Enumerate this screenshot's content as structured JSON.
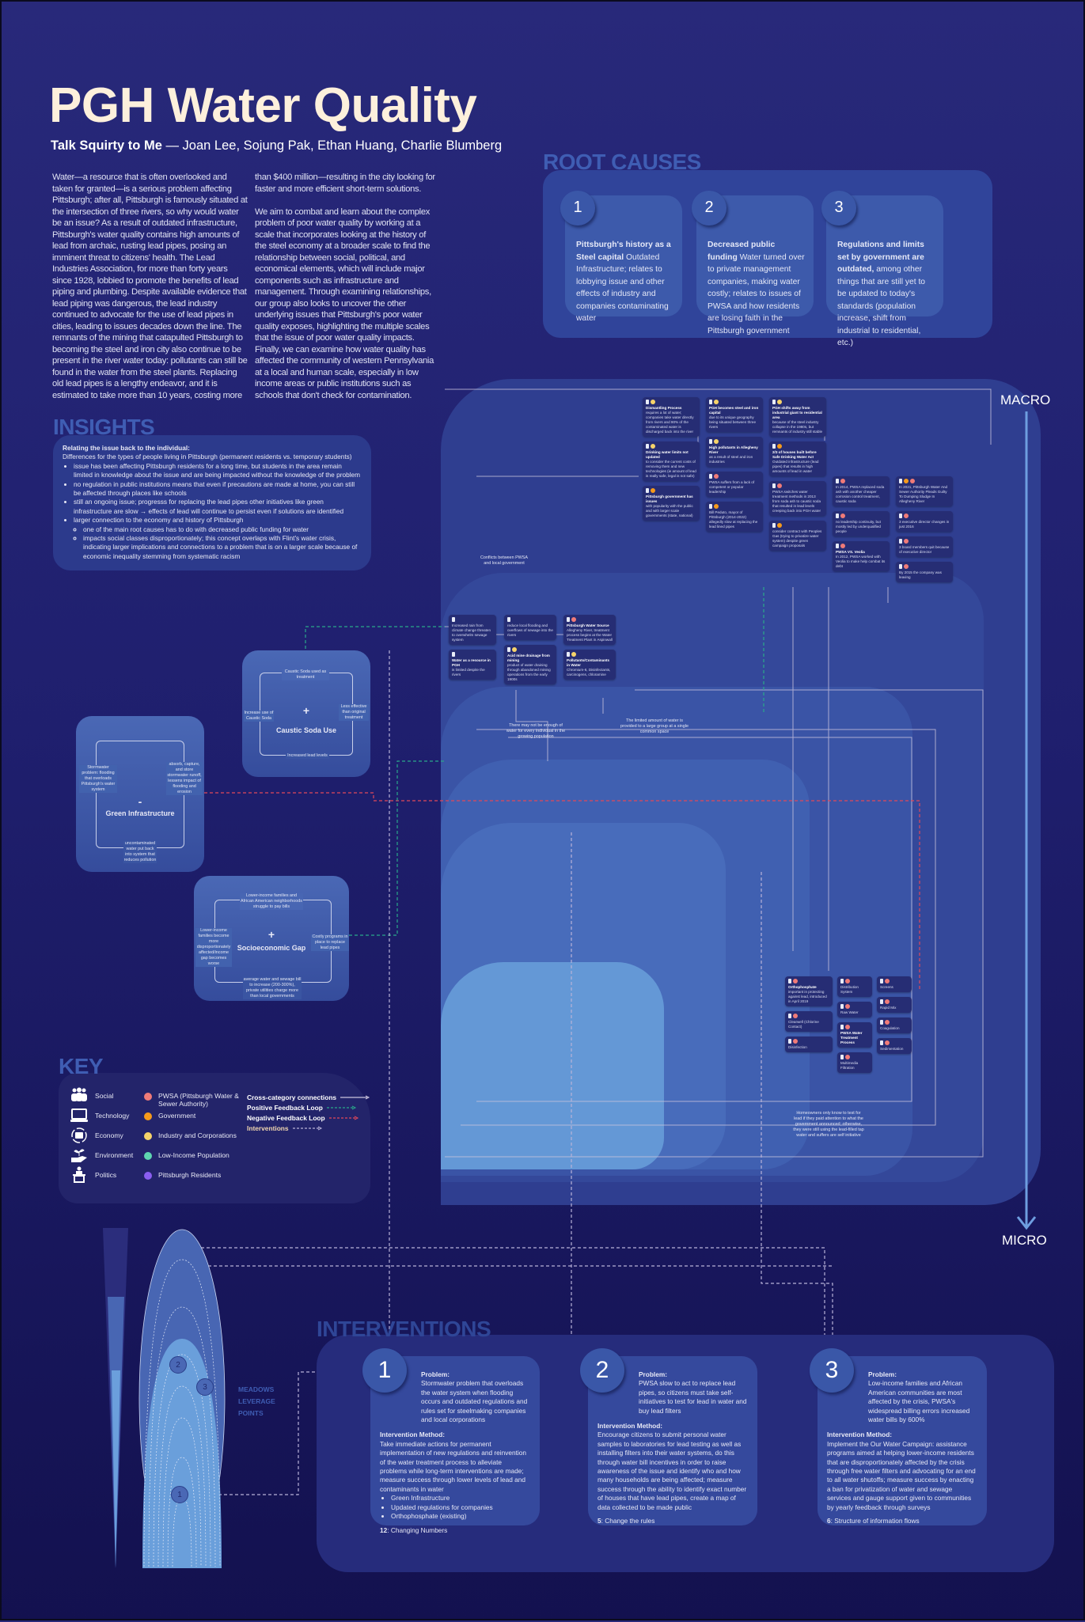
{
  "header": {
    "title": "PGH Water Quality",
    "team": "Talk Squirty to Me",
    "authors": " — Joan Lee, Sojung Pak, Ethan Huang, Charlie Blumberg"
  },
  "intro": {
    "col1": "Water—a resource that is often overlooked and taken for granted—is a serious problem affecting Pittsburgh; after all, Pittsburgh is famously situated at the intersection of three rivers, so why would water be an issue? As a result of outdated infrastructure, Pittsburgh's water quality contains high amounts of lead from archaic, rusting lead pipes, posing an imminent threat to citizens' health. The Lead Industries Association, for more than forty years since 1928, lobbied to promote the benefits of lead piping and plumbing. Despite available evidence that lead piping was dangerous, the lead industry continued to advocate for the use of lead pipes in cities, leading to issues decades down the line. The remnants of the mining that catapulted Pittsburgh to becoming the steel and iron city also continue to be present in the river water today: pollutants can still be found in the water from the steel plants. Replacing old lead pipes is a lengthy endeavor, and it is estimated to take more than 10 years, costing more",
    "col2a": "than $400 million—resulting in the city looking for faster and more efficient short-term solutions.",
    "col2b": "We aim to combat and learn about the complex problem of poor water quality by working at a scale that incorporates looking at the history of the steel economy at a broader scale to find the relationship between social, political, and economical elements, which will include major components such as infrastructure and management. Through examining relationships, our group also looks to uncover the other underlying issues that Pittsburgh's poor water quality exposes, highlighting the multiple scales that the issue of poor water quality impacts. Finally, we can examine how water quality has affected the community of western Pennsylvania at a local and human scale, especially in low income areas or public institutions such as schools that don't check for contamination."
  },
  "root_causes": {
    "heading": "ROOT CAUSES",
    "items": [
      {
        "num": "1",
        "bold": "Pittsburgh's history as a Steel capital",
        "text": "Outdated Infrastructure; relates to lobbying issue and other effects of industry and companies contaminating water"
      },
      {
        "num": "2",
        "bold": "Decreased public funding",
        "text": "Water turned over to private management companies, making water costly; relates to issues of PWSA and how residents are losing faith in the Pittsburgh government"
      },
      {
        "num": "3",
        "bold": "Regulations and limits set by government are outdated,",
        "text": "among other things that are still yet to be updated to today's standards (population increase, shift from industrial to residential, etc.)"
      }
    ]
  },
  "insights": {
    "heading": "INSIGHTS",
    "lead": "Relating the issue back to the individual:",
    "intro": "Differences for the types of people living in Pittsburgh (permanent residents vs. temporary students)",
    "bullets": [
      "issue has been affecting Pittsburgh residents for a long time, but students in the area remain limited in knowledge about the issue and are being impacted without the knowledge of the problem",
      "no regulation in public institutions means that even if precautions are made at home, you can still be affected through places like schools",
      "still an ongoing issue; progresss for replacing the lead pipes other initiatives like green infrastructure are slow → effects of lead will continue to persist even if solutions are identified",
      "larger connection to the economy and history of Pittsburgh"
    ],
    "sub_bullets": [
      "one of the main root causes has to do with decreased public funding for water",
      "impacts social classes disproportionately; this concept overlaps with Flint's water crisis, indicating larger implications and connections to a problem that is on a larger scale because of economic inequality stemming from systematic racism"
    ]
  },
  "scale": {
    "top": "MACRO",
    "bottom": "MICRO"
  },
  "loops": {
    "caustic": {
      "sign": "+",
      "name": "Caustic Soda Use",
      "top": "Caustic Soda used as treatment",
      "right": "Less effective than original treatment",
      "bottom": "Increased lead levels",
      "left": "Increase use of Caustic Soda"
    },
    "green": {
      "sign": "-",
      "name": "Green Infrastructure",
      "left": "Stormwater problem: flooding that overloads Pittsburgh's water system",
      "right": "absorb, capture, and store stormwater runoff, lessens impact of flooding and erosion",
      "bottom": "uncontaminated water put back into system that reduces pollution"
    },
    "socio": {
      "sign": "+",
      "name": "Socioeconomic Gap",
      "top": "Lower-income families and African American neighborhoods struggle to pay bills",
      "right": "Costly programs in place to replace lead pipes",
      "bottom": "average water and sewage bill to increase (200-300%), private utilities charge more than local governments",
      "left": "Lower-income families become more disproportionately affected/income gap becomes worse"
    }
  },
  "nodes": [
    {
      "title": "Dismantling Process",
      "text": "requires a lot of water; companies take water directly from rivers and 90% of the contaminated water is discharged back into the river",
      "tags": [
        "industry"
      ]
    },
    {
      "title": "PGH becomes steel and iron capital",
      "text": "due to its unique geography being situated between three rivers",
      "tags": [
        "industry"
      ]
    },
    {
      "title": "PGH shifts away from industrial giant to residential area",
      "text": "because of the steel industry collapse in the 1980s, but remnants of industry still stable",
      "tags": [
        "industry"
      ]
    },
    {
      "title": "2/3 of houses built before Safe Drinking Water Act",
      "text": "Outdated infrastructure (lead pipes) that results in high amounts of lead in water",
      "tags": [
        "government"
      ]
    },
    {
      "title": "High pollutants in Allegheny River",
      "text": "as a result of steel and iron industries",
      "tags": [
        "industry"
      ]
    },
    {
      "title": "Drinking water limits not updated",
      "text": "to consider the current costs of removing them and new technologies (ie amount of lead is really safe, legal is not safe)",
      "tags": [
        "industry"
      ]
    },
    {
      "title": "",
      "text": "PWSA switches water treatment methods in 2013 from soda ash to caustic soda that resulted in lead levels creeping back into PGH water",
      "tags": [
        "pwsa"
      ]
    },
    {
      "title": "",
      "text": "PWSA suffers from a lack of competent or popular leadership",
      "tags": [
        "pwsa"
      ]
    },
    {
      "title": "",
      "text": "Bill Peduto, mayor of Pittsburgh (2014-2022) allegedly slow at replacing the lead lined pipes",
      "tags": [
        "government"
      ]
    },
    {
      "title": "Pittsburgh government has issues",
      "text": "with popularity with the public and with larger scale governments (state, national)",
      "tags": [
        "government"
      ]
    },
    {
      "title": "",
      "text": "consider contract with Peoples Gas (trying to privatize water system) despite green campaign proposals",
      "tags": [
        "government"
      ]
    },
    {
      "title": "",
      "text": "In 2014, PWSA replaced soda ash with another cheaper corrosion control treatment, caustic soda",
      "tags": [
        "pwsa"
      ]
    },
    {
      "title": "",
      "text": "In 2021, Pittsburgh Water And Sewer Authority Pleads Guilty To Dumping Sludge In Allegheny River",
      "tags": [
        "government",
        "pwsa"
      ]
    },
    {
      "title": "",
      "text": "no leadership continuity, but mostly led by underqualified people",
      "tags": [
        "pwsa"
      ]
    },
    {
      "title": "",
      "text": "3 executive director changes in just 2016",
      "tags": [
        "pwsa"
      ]
    },
    {
      "title": "",
      "text": "3 board members quit because of executive director",
      "tags": [
        "pwsa"
      ]
    },
    {
      "title": "PWSA VS. Veolia",
      "text": "In 2012, PWSA worked with Veolia to make help combat its debt",
      "tags": [
        "pwsa"
      ]
    },
    {
      "title": "",
      "text": "By 2015 the company was leaving",
      "tags": [
        "pwsa"
      ]
    },
    {
      "title": "",
      "text": "Increased rain from climate change threaten to overwhelm sewage system",
      "tags": []
    },
    {
      "title": "",
      "text": "reduce local flooding and overflows of sewage into the rivers",
      "tags": []
    },
    {
      "title": "Pittsburgh Water Source",
      "text": "Allegheny River, treatment process begins at the Water Treatment Plant in Aspinwall",
      "tags": [
        "pwsa"
      ]
    },
    {
      "title": "Water as a resource in PGH",
      "text": "is limited despite the rivers",
      "tags": []
    },
    {
      "title": "Acid mine drainage from mining",
      "text": "product of water draining through abandoned mining operations from the early 1900s",
      "tags": [
        "industry"
      ]
    },
    {
      "title": "Pollutants/Contaminants in Water",
      "text": "Chromium-6, Disinfectants, carcinogens, chloramine",
      "tags": [
        "industry"
      ]
    },
    {
      "title": "Orthophosphate",
      "text": "important in protecting against lead, introduced in April 2019",
      "tags": [
        "pwsa"
      ]
    },
    {
      "title": "",
      "text": "Distribution System",
      "tags": [
        "pwsa"
      ]
    },
    {
      "title": "",
      "text": "Raw Water",
      "tags": [
        "pwsa"
      ]
    },
    {
      "title": "",
      "text": "Screens",
      "tags": [
        "pwsa"
      ]
    },
    {
      "title": "",
      "text": "Rapid Mix",
      "tags": [
        "pwsa"
      ]
    },
    {
      "title": "",
      "text": "Coagulation",
      "tags": [
        "pwsa"
      ]
    },
    {
      "title": "",
      "text": "Sedimentation",
      "tags": [
        "pwsa"
      ]
    },
    {
      "title": "",
      "text": "Multimedia Filtration",
      "tags": [
        "pwsa"
      ]
    },
    {
      "title": "",
      "text": "Disinfection",
      "tags": [
        "pwsa"
      ]
    },
    {
      "title": "",
      "text": "Clearwell (Chlorine Contact)",
      "tags": [
        "pwsa"
      ]
    },
    {
      "title": "PWSA Water Treatment Process",
      "text": "",
      "tags": [
        "pwsa"
      ]
    }
  ],
  "annotations": [
    "There may not be enough of water for every individual in the growing population",
    "The limited amount of water is provided to a large group at a single common space",
    "Conflicts between PWSA and local government",
    "Homeowners only know to test for lead if they paid attention to what the government announced; otherwise, they were still using the lead-filled tap water and suffers are self initiative"
  ],
  "key": {
    "heading": "KEY",
    "categories": [
      {
        "label": "Social",
        "icon": "people-icon"
      },
      {
        "label": "Technology",
        "icon": "laptop-icon"
      },
      {
        "label": "Economy",
        "icon": "money-cycle-icon"
      },
      {
        "label": "Environment",
        "icon": "hand-plant-icon"
      },
      {
        "label": "Politics",
        "icon": "podium-icon"
      }
    ],
    "stakeholders": [
      {
        "label": "PWSA (Pittsburgh Water & Sewer Authority)",
        "color": "#f07b78"
      },
      {
        "label": "Government",
        "color": "#f59a1c"
      },
      {
        "label": "Industry and Corporations",
        "color": "#f6d36a"
      },
      {
        "label": "Low-Income Population",
        "color": "#5ed6b0"
      },
      {
        "label": "Pittsburgh Residents",
        "color": "#8a5ef0"
      }
    ],
    "lines": [
      {
        "label": "Cross-category connections",
        "color": "#c9c3dd",
        "style": "solid"
      },
      {
        "label": "Positive Feedback Loop",
        "color": "#2aa88a",
        "style": "dashed"
      },
      {
        "label": "Negative Feedback Loop",
        "color": "#e0485a",
        "style": "dashed"
      },
      {
        "label": "Interventions",
        "color": "#b8b2d8",
        "style": "dashed"
      }
    ]
  },
  "meadows": {
    "label": "MEADOWS LEVERAGE POINTS",
    "points": [
      "1",
      "2",
      "3"
    ]
  },
  "interventions": {
    "heading": "INTERVENTIONS",
    "problem_label": "Problem:",
    "method_label": "Intervention Method:",
    "items": [
      {
        "num": "1",
        "problem": "Stormwater problem that overloads the water system when flooding occurs and outdated regulations and rules set for steelmaking companies and local corporations",
        "method": "Take immediate actions for permanent implementation of new regulations and reinvention of the water treatment process to alleviate problems while long-term interventions are made; measure success through lower levels of lead and contaminants in water",
        "bullets": [
          "Green Infrastructure",
          "Updated regulations for companies",
          "Orthophosphate (existing)"
        ],
        "lev_num": "12",
        "lev_text": ": Changing Numbers"
      },
      {
        "num": "2",
        "problem": "PWSA slow to act to replace lead pipes, so citizens must take self-initiatives to test for lead in water and buy lead filters",
        "method": "Encourage citizens to submit personal water samples to laboratories for lead testing as well as installing filters into their water systems, do this through water bill incentives in order to raise awareness of the issue and identify who and how many households are being affected; measure success through the ability to identify exact number of houses that have lead pipes, create a map of data collected to be made public",
        "bullets": [],
        "lev_num": "5",
        "lev_text": ": Change the rules"
      },
      {
        "num": "3",
        "problem": "Low-income families and African American communities are most affected by the crisis, PWSA's widespread billing errors increased water bills by 600%",
        "method": "Implement the Our Water Campaign: assistance programs aimed at helping lower-income residents that are disproportionately affected by the crisis through free water filters and advocating for an end to all water shutoffs; measure success by enacting a ban for privatization of water and sewage services and gauge support given to communities by yearly feedback through surveys",
        "bullets": [],
        "lev_num": "6",
        "lev_text": ": Structure of information flows"
      }
    ]
  }
}
